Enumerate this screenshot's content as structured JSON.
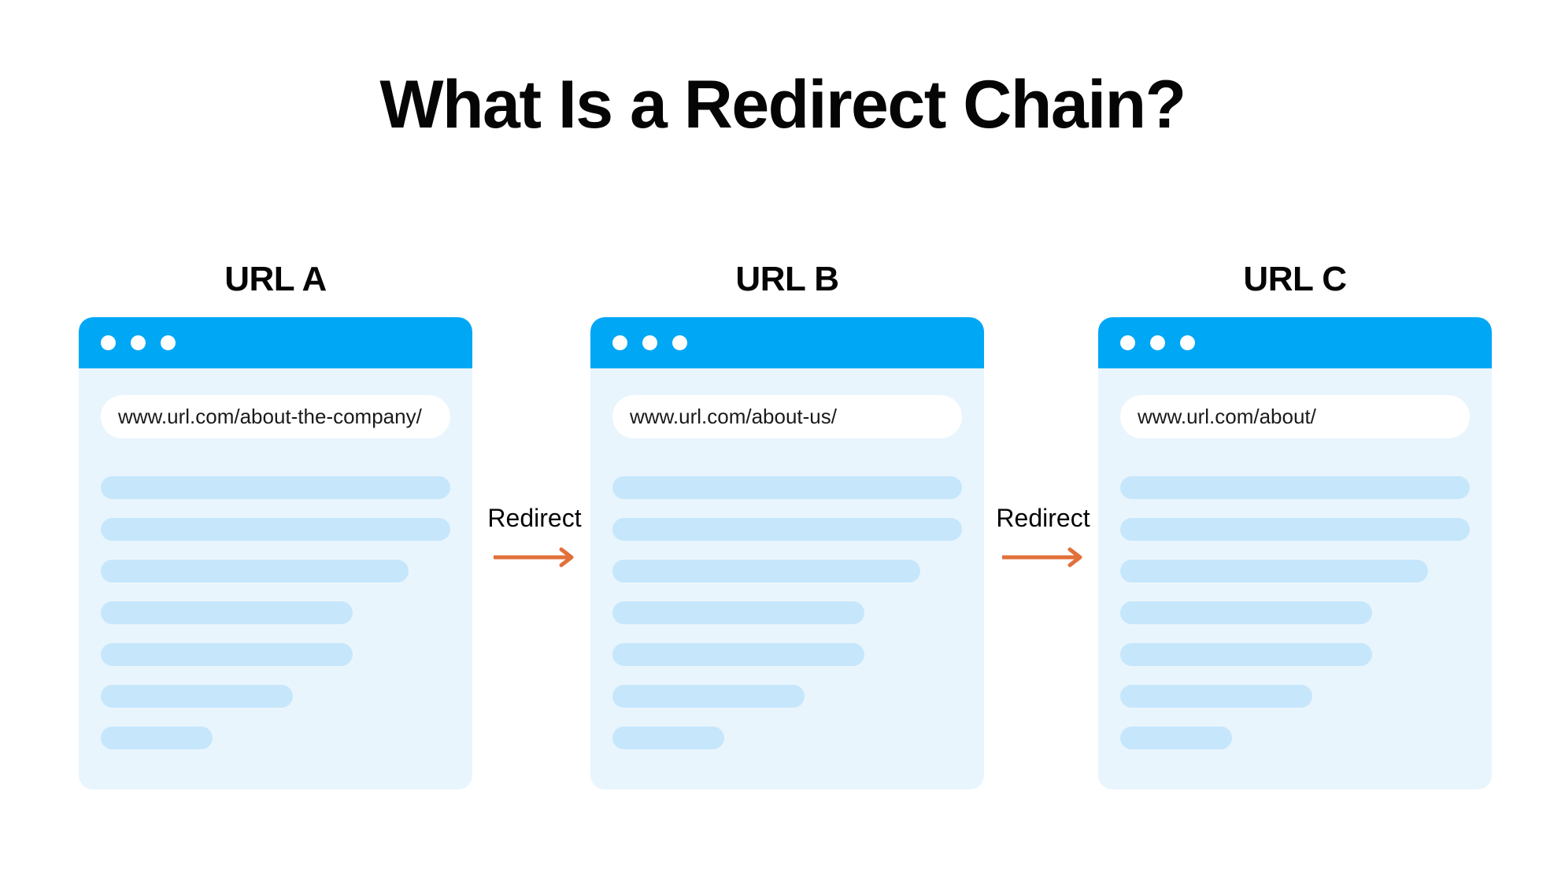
{
  "page": {
    "title": "What Is a Redirect Chain?",
    "background_color": "#ffffff"
  },
  "theme": {
    "titlebar_blue": "#00a7f5",
    "card_body_blue": "#e9f5fd",
    "content_line_blue": "#c6e6fb",
    "arrow_orange": "#e2703a",
    "text_black": "#050505",
    "url_pill_white": "#ffffff"
  },
  "columns": [
    {
      "id": "a",
      "heading": "URL A",
      "url": "www.url.com/about-the-company/",
      "window_dots": [
        "dot-1",
        "dot-2",
        "dot-3"
      ],
      "content_lines": [
        100,
        100,
        88,
        72,
        72,
        55,
        32
      ]
    },
    {
      "id": "b",
      "heading": "URL B",
      "url": "www.url.com/about-us/",
      "window_dots": [
        "dot-1",
        "dot-2",
        "dot-3"
      ],
      "content_lines": [
        100,
        100,
        88,
        72,
        72,
        55,
        32
      ]
    },
    {
      "id": "c",
      "heading": "URL C",
      "url": "www.url.com/about/",
      "window_dots": [
        "dot-1",
        "dot-2",
        "dot-3"
      ],
      "content_lines": [
        100,
        100,
        88,
        72,
        72,
        55,
        32
      ]
    }
  ],
  "connectors": [
    {
      "id": "a-to-b",
      "label": "Redirect",
      "icon": "arrow-right-icon"
    },
    {
      "id": "b-to-c",
      "label": "Redirect",
      "icon": "arrow-right-icon"
    }
  ]
}
